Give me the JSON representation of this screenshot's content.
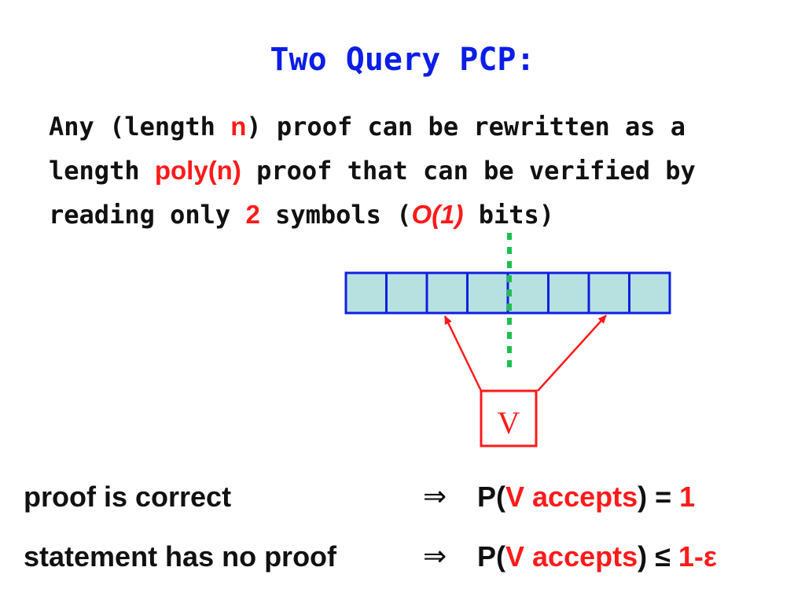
{
  "title": "Two Query PCP:",
  "paragraph": {
    "seg1": "Any (length ",
    "n": "n",
    "seg2": ") proof can be rewritten as a length ",
    "poly": "poly(n)",
    "seg3": " proof that can be verified by reading only ",
    "two": "2",
    "seg4": " symbols (",
    "o1": "O(1)",
    "seg5": " bits)"
  },
  "proof_cells": 8,
  "verifier_label": "V",
  "statements": [
    {
      "condition": "proof is correct",
      "arrow": "⇒",
      "p_open": "P(",
      "v": "V",
      "accepts": "accepts",
      "relation": ") = ",
      "value": "1"
    },
    {
      "condition": "statement has no proof",
      "arrow": "⇒",
      "p_open": "P(",
      "v": "V",
      "accepts": "accepts",
      "relation": ") ≤ ",
      "value": "1-ε"
    }
  ],
  "colors": {
    "title": "#0a1ee6",
    "highlight": "#ff1a1a",
    "cell_fill": "#b7e0e1",
    "cell_border": "#1020e0",
    "dotted_line": "#1fbf4f",
    "arrow": "#ff1a1a"
  }
}
